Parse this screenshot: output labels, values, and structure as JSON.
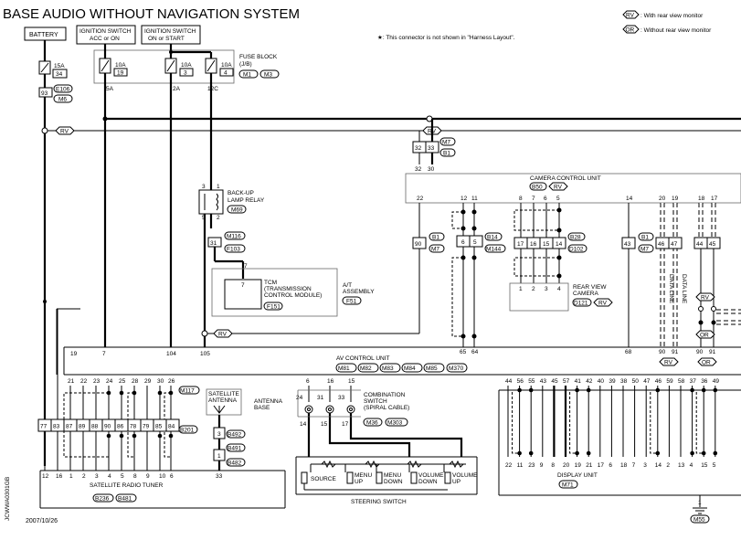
{
  "title": "BASE AUDIO WITHOUT NAVIGATION SYSTEM",
  "legend": {
    "rv_tag": "RV",
    "rv_text": ": With rear view monitor",
    "or_tag": "OR",
    "or_text": ": Without rear view monitor",
    "star_note": "★: This connector is not shown in \"Harness Layout\"."
  },
  "date": "2007/10/26",
  "code": "JCWWA0301GB",
  "power": {
    "battery": "BATTERY",
    "ign_acc_1": "IGNITION SWITCH",
    "ign_acc_2": "ACC or ON",
    "ign_on_1": "IGNITION SWITCH",
    "ign_on_2": "ON or START",
    "fuse_15a": "15A",
    "fuse_15a_no": "34",
    "fuse_10a": "10A",
    "fuse_19": "19",
    "fuse_3": "3",
    "fuse_4": "4",
    "fuse_block_1": "FUSE BLOCK",
    "fuse_block_2": "(J/B)",
    "m1": "M1",
    "m3": "M3",
    "pin_93": "93",
    "e106": "E106",
    "m6": "M6",
    "pin_5a": "5A",
    "pin_2a": "2A",
    "pin_12c": "12C"
  },
  "relay": {
    "name_1": "BACK-UP",
    "name_2": "LAMP RELAY",
    "conn": "M69",
    "p3": "3",
    "p1": "1",
    "p5": "5",
    "p2": "2"
  },
  "tcm": {
    "m116": "M116",
    "f103": "F103",
    "pin_31": "31",
    "pin_7": "7",
    "line1": "TCM",
    "line2": "(TRANSMISSION",
    "line3": "CONTROL MODULE)",
    "f151": "F151",
    "at_1": "A/T",
    "at_2": "ASSEMBLY",
    "f51": "F51"
  },
  "camera": {
    "name": "CAMERA CONTROL UNIT",
    "b50": "B50",
    "rear_1": "REAR VIEW",
    "rear_2": "CAMERA",
    "d121": "D121",
    "b28": "B28",
    "d102": "D102",
    "b14": "B14",
    "m144": "M144",
    "b1": "B1",
    "m7": "M7",
    "data_line": "DATA LINE"
  },
  "pins": {
    "p32": "32",
    "p33": "33",
    "p30": "30",
    "p22": "22",
    "p90": "90",
    "p12": "12",
    "p11": "11",
    "p6": "6",
    "p5": "5",
    "p65": "65",
    "p64": "64",
    "p8": "8",
    "p7": "7",
    "p17": "17",
    "p16": "16",
    "p15": "15",
    "p14": "14",
    "p1": "1",
    "p2": "2",
    "p3": "3",
    "p4": "4",
    "p43": "43",
    "p20": "20",
    "p19": "19",
    "p46": "46",
    "p47": "47",
    "p18": "18",
    "p44": "44",
    "p45": "45",
    "p68": "68",
    "p91": "91",
    "p104": "104",
    "p105": "105"
  },
  "av": {
    "name": "AV CONTROL UNIT",
    "conns": [
      "M81",
      "M82",
      "M83",
      "M84",
      "M85",
      "M370"
    ],
    "top_pins": [
      "21",
      "22",
      "23",
      "24",
      "25",
      "28",
      "29",
      "30",
      "26"
    ],
    "mid_pins": [
      "77",
      "83",
      "87",
      "89",
      "88",
      "90",
      "86",
      "78",
      "79",
      "85",
      "84"
    ],
    "m117": "M117",
    "b201": "B201",
    "cs_pins": [
      "6",
      "16",
      "15"
    ],
    "cs_mid": [
      "24",
      "31",
      "33"
    ],
    "cs_bot": [
      "14",
      "15",
      "17"
    ],
    "right_pins": [
      "44",
      "56",
      "55",
      "43",
      "45",
      "57",
      "41",
      "42",
      "40",
      "39",
      "38",
      "50",
      "47",
      "46",
      "59",
      "58",
      "37",
      "36",
      "49"
    ]
  },
  "satellite": {
    "ant_1": "SATELLITE",
    "ant_2": "ANTENNA",
    "base_1": "ANTENNA",
    "base_2": "BASE",
    "b492": "B492",
    "b491": "B491",
    "b482": "B482",
    "tuner": "SATELLITE RADIO TUNER",
    "b236": "B236",
    "b481": "B481",
    "bottom_pins": [
      "12",
      "16",
      "1",
      "2",
      "3",
      "4",
      "5",
      "8",
      "9",
      "10",
      "6"
    ],
    "p33": "33"
  },
  "switch": {
    "comb_1": "COMBINATION",
    "comb_2": "SWITCH",
    "comb_3": "(SPIRAL CABLE)",
    "m36": "M36",
    "m303": "M303",
    "source": "SOURCE",
    "menu_up_1": "MENU",
    "menu_up_2": "UP",
    "menu_down_1": "MENU",
    "menu_down_2": "DOWN",
    "vol_down_1": "VOLUME",
    "vol_down_2": "DOWN",
    "vol_up_1": "VOLUME",
    "vol_up_2": "UP",
    "name": "STEERING SWITCH"
  },
  "display": {
    "name": "DISPLAY UNIT",
    "m71": "M71",
    "m55": "M55",
    "pins": [
      "22",
      "11",
      "23",
      "9",
      "8",
      "20",
      "19",
      "21",
      "17",
      "6",
      "18",
      "7",
      "3",
      "14",
      "2",
      "13",
      "4",
      "15",
      "5"
    ]
  }
}
